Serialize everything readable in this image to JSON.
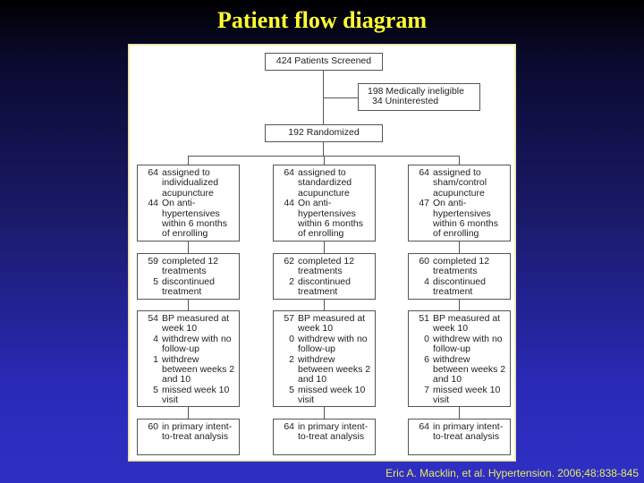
{
  "slide": {
    "title": "Patient flow diagram",
    "citation": "Eric A. Macklin, et al. Hypertension. 2006;48:838-845"
  },
  "colors": {
    "title": "#ffff33",
    "citation": "#e8e860",
    "panel_border": "#f4f0b8",
    "box_border": "#555555"
  },
  "flow": {
    "screened": "424 Patients Screened",
    "excluded": {
      "line1": "198 Medically ineligible",
      "line2": "34 Uninterested"
    },
    "randomized": "192 Randomized",
    "arms": [
      {
        "assigned": [
          {
            "n": "64",
            "text": "assigned to individualized acupuncture"
          },
          {
            "n": "44",
            "text": "On anti-hypertensives within 6 months of enrolling"
          }
        ],
        "treatment": [
          {
            "n": "59",
            "text": "completed 12 treatments"
          },
          {
            "n": "5",
            "text": "discontinued treatment"
          }
        ],
        "followup": [
          {
            "n": "54",
            "text": "BP measured at week 10"
          },
          {
            "n": "4",
            "text": "withdrew with no follow-up"
          },
          {
            "n": "1",
            "text": "withdrew between weeks 2 and 10"
          },
          {
            "n": "5",
            "text": "missed week 10 visit"
          }
        ],
        "analysis": [
          {
            "n": "60",
            "text": "in primary intent-to-treat analysis"
          }
        ]
      },
      {
        "assigned": [
          {
            "n": "64",
            "text": "assigned to standardized acupuncture"
          },
          {
            "n": "44",
            "text": "On anti-hypertensives within 6 months of enrolling"
          }
        ],
        "treatment": [
          {
            "n": "62",
            "text": "completed 12 treatments"
          },
          {
            "n": "2",
            "text": "discontinued treatment"
          }
        ],
        "followup": [
          {
            "n": "57",
            "text": "BP measured at week 10"
          },
          {
            "n": "0",
            "text": "withdrew with no follow-up"
          },
          {
            "n": "2",
            "text": "withdrew between weeks 2 and 10"
          },
          {
            "n": "5",
            "text": "missed week 10 visit"
          }
        ],
        "analysis": [
          {
            "n": "64",
            "text": "in primary intent-to-treat analysis"
          }
        ]
      },
      {
        "assigned": [
          {
            "n": "64",
            "text": "assigned to sham/control acupuncture"
          },
          {
            "n": "47",
            "text": "On anti-hypertensives within 6 months of enrolling"
          }
        ],
        "treatment": [
          {
            "n": "60",
            "text": "completed 12 treatments"
          },
          {
            "n": "4",
            "text": "discontinued treatment"
          }
        ],
        "followup": [
          {
            "n": "51",
            "text": "BP measured at week 10"
          },
          {
            "n": "0",
            "text": "withdrew with no follow-up"
          },
          {
            "n": "6",
            "text": "withdrew between weeks 2 and 10"
          },
          {
            "n": "7",
            "text": "missed week 10 visit"
          }
        ],
        "analysis": [
          {
            "n": "64",
            "text": "in primary intent-to-treat analysis"
          }
        ]
      }
    ]
  }
}
